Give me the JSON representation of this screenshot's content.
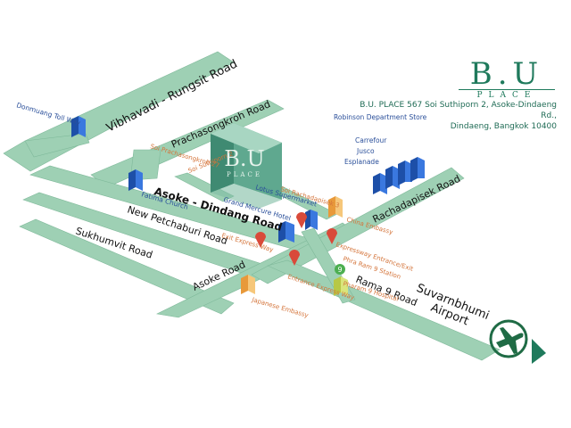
{
  "logo": {
    "brand": "B.U",
    "sub": "PLACE"
  },
  "address": {
    "line1": "B.U. PLACE 567 Soi Suthiporn 2, Asoke-Dindaeng Rd.,",
    "line2": "Dindaeng, Bangkok 10400"
  },
  "roads": {
    "vibhavadi": "Vibhavadi - Rungsit Road",
    "prachasongkroh": "Prachasongkroh Road",
    "asoke_dindang": "Asoke - Dindang Road",
    "new_petchaburi": "New Petchaburi Road",
    "sukhumvit": "Sukhumvit Road",
    "asoke": "Asoke Road",
    "rachadapisek": "Rachadapisek Road",
    "rama9": "Rama 9 Road",
    "suvarnbhumi_1": "Suvarnbhumi",
    "suvarnbhumi_2": "Airport"
  },
  "places": {
    "donmuang": "Donmuang Toll Way",
    "fatima": "Fatima Church",
    "robinson": "Robinson Department Store",
    "carrefour": "Carrefour",
    "jusco": "Jusco",
    "esplanade": "Esplanade",
    "lotus": "Lotus Supermarket",
    "grand_mercure": "Grand Mercure Hotel"
  },
  "small_roads": {
    "soi_prachasongkroh": "Soi Prachasongkroh 27",
    "soi_suthiporn": "Soi Suthiporn 2",
    "soi_rachadapisek": "Soi Rachadapisek 3",
    "china_embassy": "China Embassy",
    "exit_expressway": "Exit Express Way",
    "entrance_expressway": "Entrance Express Way",
    "expressway_entrance_exit": "Expressway Entrance/Exit",
    "rama9_station": "Phra Ram 9 Station",
    "praram9_hospital": "Pharam 9 Hospital",
    "japanese_embassy": "Japanese Embassy"
  },
  "colors": {
    "road": "#9ed0b4",
    "road_stroke": "#7fb99a",
    "building": "#2b63c9",
    "marker": "#d94a3a",
    "embassy": "#f2b35a",
    "bu_building": "#5fa88f",
    "airport": "#1f6b45"
  }
}
